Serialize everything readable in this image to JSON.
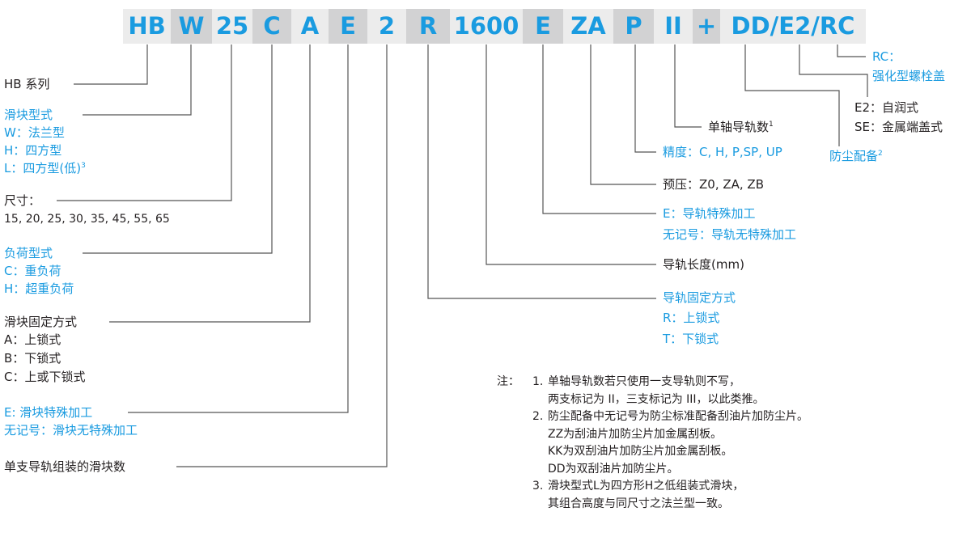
{
  "code_segments": [
    {
      "id": "hb",
      "text": "HB"
    },
    {
      "id": "w",
      "text": "W"
    },
    {
      "id": "25",
      "text": "25"
    },
    {
      "id": "c",
      "text": "C"
    },
    {
      "id": "a",
      "text": "A"
    },
    {
      "id": "e",
      "text": "E"
    },
    {
      "id": "2",
      "text": "2"
    },
    {
      "id": "r",
      "text": "R"
    },
    {
      "id": "1600",
      "text": "1600"
    },
    {
      "id": "e2",
      "text": "E"
    },
    {
      "id": "za",
      "text": "ZA"
    },
    {
      "id": "p",
      "text": "P"
    },
    {
      "id": "ii",
      "text": "II"
    },
    {
      "id": "plus",
      "text": "+"
    },
    {
      "id": "dd",
      "text": "DD/E2/RC"
    }
  ],
  "left": {
    "series": "HB 系列",
    "block_type": {
      "title": "滑块型式",
      "lines": [
        "W：法兰型",
        "H：四方型",
        "L：四方型(低)"
      ],
      "sup": "3"
    },
    "size": {
      "title": "尺寸：",
      "values": "15, 20, 25, 30, 35, 45, 55, 65"
    },
    "load_type": {
      "title": "负荷型式",
      "lines": [
        "C：重负荷",
        "H：超重负荷"
      ]
    },
    "block_mount": {
      "title": "滑块固定方式",
      "lines": [
        "A：上锁式",
        "B：下锁式",
        "C：上或下锁式"
      ]
    },
    "block_special": {
      "lines": [
        "E: 滑块特殊加工",
        "无记号：滑块无特殊加工"
      ]
    },
    "block_count": "单支导轨组装的滑块数"
  },
  "right": {
    "rc": {
      "lines": [
        "RC：",
        "强化型螺栓盖"
      ]
    },
    "e2": {
      "lines": [
        "E2：自润式",
        "SE：金属端盖式"
      ]
    },
    "dust": {
      "label": "防尘配备",
      "sup": "2"
    },
    "rails": {
      "label": "单轴导轨数",
      "sup": "1"
    },
    "precision": "精度：C, H, P,SP, UP",
    "preload": "预压：Z0, ZA, ZB",
    "rail_special": {
      "lines": [
        "E：导轨特殊加工",
        "无记号：导轨无特殊加工"
      ]
    },
    "rail_length": "导轨长度(mm)",
    "rail_mount": {
      "lines": [
        "导轨固定方式",
        "R：上锁式",
        "T：下锁式"
      ]
    }
  },
  "notes": {
    "label": "注：",
    "items": [
      {
        "num": "1.",
        "lines": [
          "单轴导轨数若只使用一支导轨则不写，",
          "两支标记为 II，三支标记为 III，以此类推。"
        ]
      },
      {
        "num": "2.",
        "lines": [
          "防尘配备中无记号为防尘标准配备刮油片加防尘片。",
          "ZZ为刮油片加防尘片加金属刮板。",
          "KK为双刮油片加防尘片加金属刮板。",
          "DD为双刮油片加防尘片。"
        ]
      },
      {
        "num": "3.",
        "lines": [
          "滑块型式L为四方形H之低组装式滑块，",
          "其组合高度与同尺寸之法兰型一致。"
        ]
      }
    ]
  },
  "colors": {
    "accent": "#1a9be0",
    "text": "#231f20",
    "bar_light": "#ececec",
    "bar_dark": "#d2d2d3",
    "line": "#555555"
  }
}
